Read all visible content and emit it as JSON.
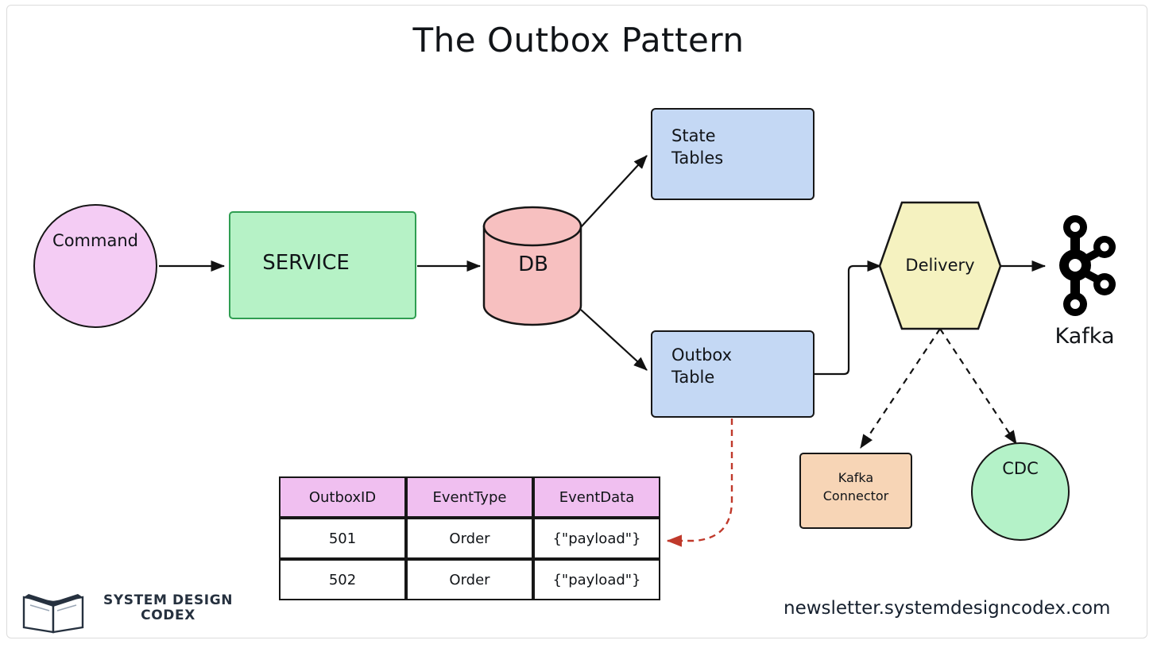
{
  "page": {
    "title": "The Outbox Pattern",
    "background": "#ffffff",
    "frame_border_color": "#dcdcdc"
  },
  "nodes": {
    "command": {
      "label": "Command",
      "shape": "circle",
      "fill": "#f4ccf4",
      "stroke": "#161616",
      "icon": "share-nodes-icon"
    },
    "service": {
      "label": "SERVICE",
      "shape": "rounded-rect",
      "fill": "#b6f2c6",
      "stroke": "#2f9e52",
      "icon": "microchip-icon"
    },
    "db": {
      "label": "DB",
      "shape": "cylinder",
      "fill": "#f7c0c0",
      "stroke": "#161616"
    },
    "state_tables": {
      "label_line1": "State",
      "label_line2": "Tables",
      "shape": "rounded-rect",
      "fill": "#c4d8f4",
      "stroke": "#171717",
      "icon": "table-grid-icon"
    },
    "outbox_table": {
      "label_line1": "Outbox",
      "label_line2": "Table",
      "shape": "rounded-rect",
      "fill": "#c4d8f4",
      "stroke": "#171717",
      "icon": "table-grid-icon"
    },
    "delivery": {
      "label": "Delivery",
      "shape": "hexagon",
      "fill": "#f5f2c0",
      "stroke": "#171717"
    },
    "kafka": {
      "label": "Kafka",
      "icon": "kafka-logo-icon",
      "icon_color": "#000000"
    },
    "kafka_connector": {
      "label_line1": "Kafka",
      "label_line2": "Connector",
      "shape": "rounded-rect",
      "fill": "#f7d5b6",
      "stroke": "#171717"
    },
    "cdc": {
      "label": "CDC",
      "shape": "circle",
      "fill": "#b4f2c8",
      "stroke": "#171717",
      "icon": "gear-icon"
    }
  },
  "edges": [
    {
      "from": "command",
      "to": "service",
      "style": "solid",
      "arrow": true
    },
    {
      "from": "service",
      "to": "db",
      "style": "solid",
      "arrow": true
    },
    {
      "from": "db",
      "to": "state_tables",
      "style": "solid",
      "arrow": true
    },
    {
      "from": "db",
      "to": "outbox_table",
      "style": "solid",
      "arrow": true
    },
    {
      "from": "outbox_table",
      "to": "delivery",
      "style": "solid",
      "arrow": true
    },
    {
      "from": "delivery",
      "to": "kafka",
      "style": "solid",
      "arrow": true
    },
    {
      "from": "delivery",
      "to": "kafka_connector",
      "style": "dashed",
      "arrow": true
    },
    {
      "from": "delivery",
      "to": "cdc",
      "style": "dashed",
      "arrow": true
    },
    {
      "from": "outbox_table",
      "to": "outbox_data_table",
      "style": "dashed",
      "arrow": true,
      "color": "#c0392b"
    }
  ],
  "outbox_data_table": {
    "headers": [
      "OutboxID",
      "EventType",
      "EventData"
    ],
    "header_fill": "#f0bff0",
    "rows": [
      [
        "501",
        "Order",
        "{\"payload\"}"
      ],
      [
        "502",
        "Order",
        "{\"payload\"}"
      ]
    ]
  },
  "footer": {
    "logo_icon": "open-book-icon",
    "logo_line1": "SYSTEM DESIGN",
    "logo_line2": "CODEX",
    "newsletter_url": "newsletter.systemdesigncodex.com"
  }
}
